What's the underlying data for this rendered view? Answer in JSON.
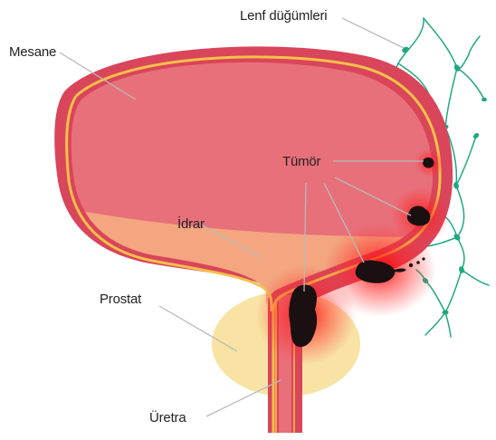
{
  "labels": {
    "lymph_nodes": "Lenf düğümleri",
    "bladder": "Mesane",
    "tumor": "Tümör",
    "urine": "İdrar",
    "prostate": "Prostat",
    "urethra": "Üretra"
  },
  "colors": {
    "bladder_wall": "#d9455a",
    "bladder_inner": "#e8707a",
    "bladder_lining": "#f5c04a",
    "urine": "#f3a67f",
    "prostate": "#f8e3a4",
    "tumor": "#1a1012",
    "tumor_glow": "#ff1a1a",
    "lymph": "#1fa882",
    "leader_line": "#b9b9b9"
  }
}
